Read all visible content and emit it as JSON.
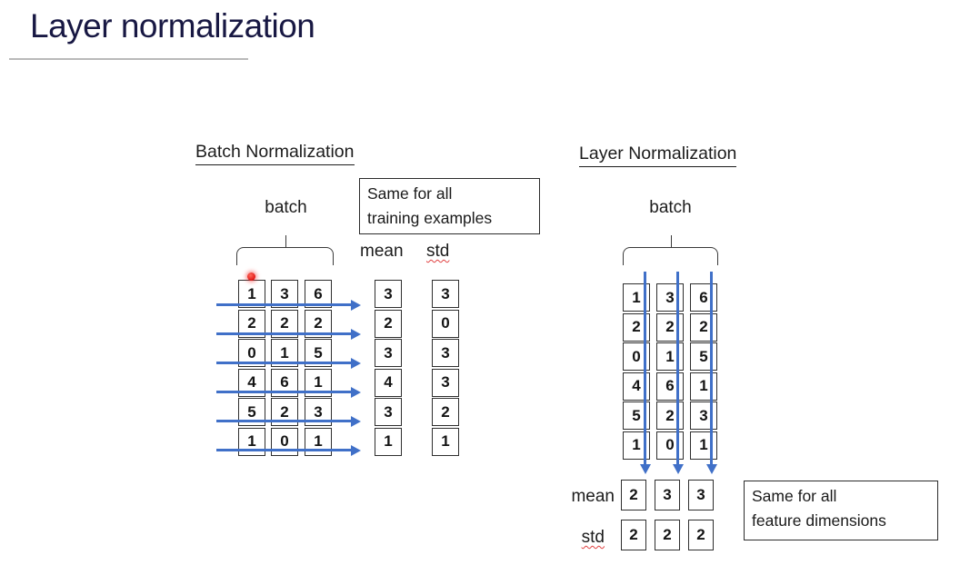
{
  "slide": {
    "title": "Layer normalization"
  },
  "colors": {
    "title_navy": "#181843",
    "arrow_blue": "#4070c8",
    "laser_red": "#e01414",
    "underline_gray": "#b9b9b9"
  },
  "batch_norm": {
    "title": "Batch Normalization",
    "batch_label": "batch",
    "note_line1": "Same for all",
    "note_line2": "training examples",
    "mean_label": "mean",
    "std_label": "std",
    "grid_columns": [
      [
        1,
        2,
        0,
        4,
        5,
        1
      ],
      [
        3,
        2,
        1,
        6,
        2,
        0
      ],
      [
        6,
        2,
        5,
        1,
        3,
        1
      ]
    ],
    "mean_values": [
      3,
      2,
      3,
      4,
      3,
      1
    ],
    "std_values": [
      3,
      0,
      3,
      3,
      2,
      1
    ]
  },
  "layer_norm": {
    "title": "Layer Normalization",
    "batch_label": "batch",
    "note_line1": "Same for all",
    "note_line2": "feature dimensions",
    "mean_label": "mean",
    "std_label": "std",
    "grid_columns": [
      [
        1,
        2,
        0,
        4,
        5,
        1
      ],
      [
        3,
        2,
        1,
        6,
        2,
        0
      ],
      [
        6,
        2,
        5,
        1,
        3,
        1
      ]
    ],
    "mean_values": [
      2,
      3,
      3
    ],
    "std_values": [
      2,
      2,
      2
    ]
  }
}
